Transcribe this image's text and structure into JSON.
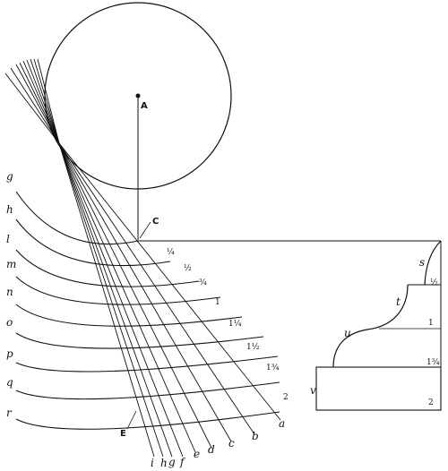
{
  "points": {
    "A": "A",
    "C": "C",
    "E": "E"
  },
  "arc_labels": [
    "g",
    "h",
    "l",
    "m",
    "n",
    "o",
    "p",
    "q",
    "r"
  ],
  "arc_values": [
    "¼",
    "½",
    "¾",
    "1",
    "1¼",
    "1½",
    "1¾",
    "2"
  ],
  "ray_labels": [
    "i",
    "h",
    "g",
    "f",
    "e",
    "d",
    "c",
    "b",
    "a"
  ],
  "profile": {
    "curve_labels": [
      "s",
      "t",
      "u",
      "v"
    ],
    "height_labels": [
      "½",
      "1",
      "1¾",
      "2"
    ]
  }
}
